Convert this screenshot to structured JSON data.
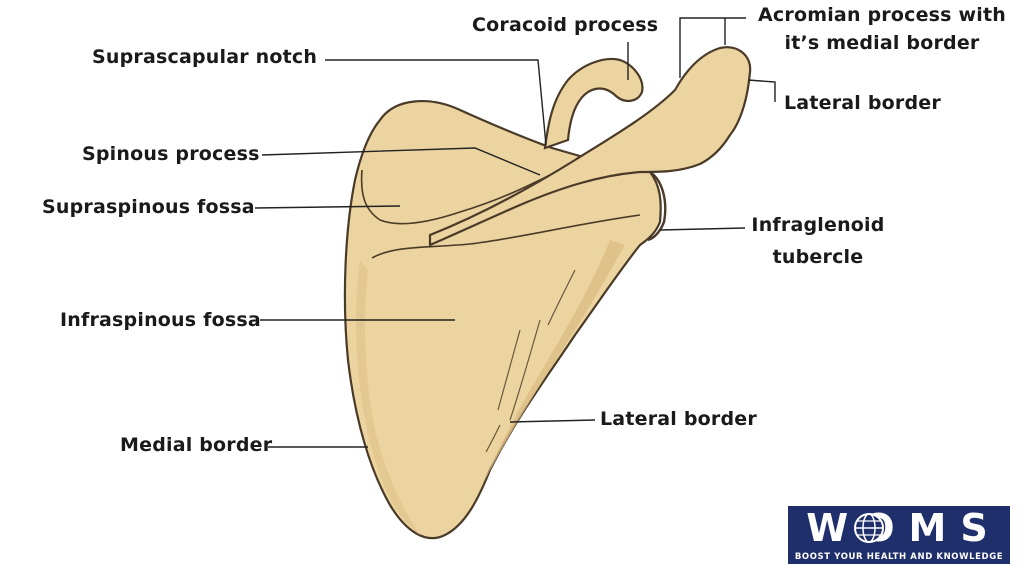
{
  "labels": {
    "coracoid": "Coracoid process",
    "acromion_line1": "Acromian process with",
    "acromion_line2": "it’s medial border",
    "suprascapular_notch": "Suprascapular notch",
    "lateral_border_top": "Lateral border",
    "spinous_process": "Spinous process",
    "supraspinous_fossa": "Supraspinous fossa",
    "infraglenoid_line1": "Infraglenoid",
    "infraglenoid_line2": "tubercle",
    "infraspinous_fossa": "Infraspinous fossa",
    "lateral_border_bottom": "Lateral border",
    "medial_border": "Medial border"
  },
  "logo": {
    "word": "WOMS",
    "tagline": "BOOST YOUR HEALTH AND KNOWLEDGE",
    "icon": "globe-icon"
  },
  "colors": {
    "bone_fill": "#ecd4a0",
    "bone_shadow": "#d8b97d",
    "outline": "#4a3a28",
    "leader_line": "#222222",
    "logo_bg": "#1f2f6b"
  }
}
